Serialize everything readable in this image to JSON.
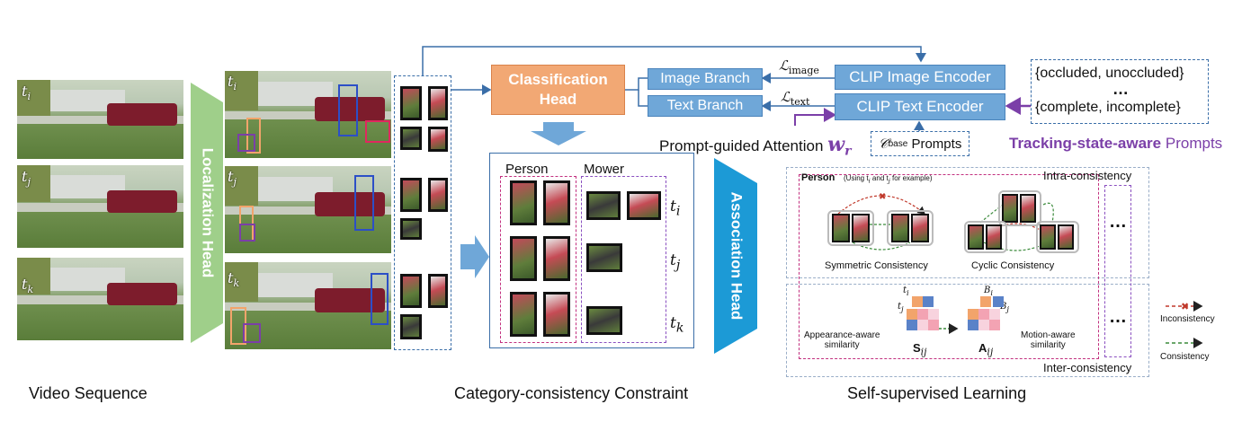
{
  "captions": {
    "video_sequence": "Video Sequence",
    "category_constraint": "Category-consistency Constraint",
    "self_supervised": "Self-supervised Learning"
  },
  "time_labels": {
    "ti": "t",
    "ti_sub": "i",
    "tj": "t",
    "tj_sub": "j",
    "tk": "t",
    "tk_sub": "k"
  },
  "heads": {
    "localization": "Localization Head",
    "classification": "Classification Head",
    "association": "Association Head"
  },
  "branches": {
    "image_branch": "Image Branch",
    "text_branch": "Text Branch",
    "clip_image": "CLIP Image Encoder",
    "clip_text": "CLIP Text Encoder"
  },
  "losses": {
    "image": "ℒ",
    "image_sub": "image",
    "text": "ℒ",
    "text_sub": "text"
  },
  "prompts": {
    "attention_label": "Prompt-guided Attention",
    "attention_symbol": "w",
    "attention_sub": "r",
    "base_c": "𝒞",
    "base_sup": "base",
    "base_text": "Prompts",
    "state_line1": "{occluded, unoccluded}",
    "state_dots": "…",
    "state_line2": "{complete, incomplete}",
    "tracking_highlight": "Tracking-state-aware",
    "tracking_rest": "Prompts"
  },
  "category": {
    "person": "Person",
    "mower": "Mower"
  },
  "ssl": {
    "person": "Person",
    "person_note": "(Using t",
    "person_note_i": "i",
    "person_note_mid": " and t",
    "person_note_j": "j",
    "person_note_end": " for example)",
    "intra": "Intra-consistency",
    "inter": "Inter-consistency",
    "symmetric": "Symmetric Consistency",
    "cyclic": "Cyclic Consistency",
    "appearance_line1": "Appearance-aware",
    "appearance_line2": "similarity",
    "motion_line1": "Motion-aware",
    "motion_line2": "similarity",
    "s_sym": "S",
    "s_sub": "ij",
    "a_sym": "A",
    "a_sub": "ij",
    "b_i": "B",
    "b_i_sub": "i",
    "b_j": "B",
    "b_j_sub": "j",
    "t_i": "t",
    "t_i_sub": "i",
    "t_j": "t",
    "t_j_sub": "j",
    "dots1": "…",
    "dots2": "…"
  },
  "legend": {
    "inconsistency": "Inconsistency",
    "consistency": "Consistency"
  },
  "colors": {
    "orange": "#f2a46b",
    "blue": "#2c4fc7",
    "purple": "#7b3fa8",
    "pink": "#e0285f",
    "head_blue": "#1c9ad6",
    "head_green": "#9fcf8a",
    "branch_blue": "#6fa7d8"
  }
}
